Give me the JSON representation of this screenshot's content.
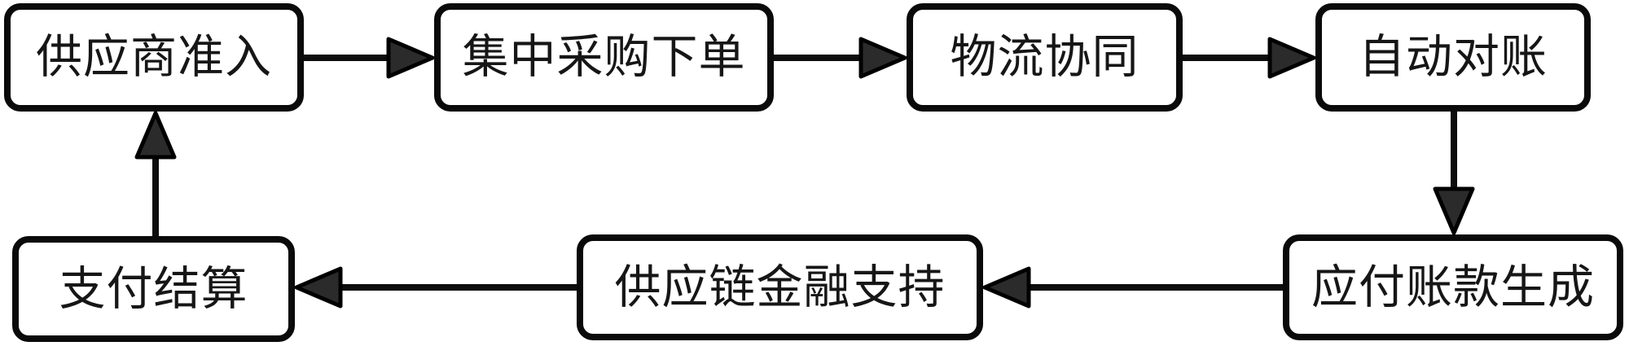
{
  "diagram": {
    "type": "flowchart",
    "nodes": [
      {
        "id": "supplier-access",
        "label": "供应商准入"
      },
      {
        "id": "centralized-purchase-order",
        "label": "集中采购下单"
      },
      {
        "id": "logistics-collaboration",
        "label": "物流协同"
      },
      {
        "id": "auto-reconciliation",
        "label": "自动对账"
      },
      {
        "id": "accounts-payable-generation",
        "label": "应付账款生成"
      },
      {
        "id": "supply-chain-finance-support",
        "label": "供应链金融支持"
      },
      {
        "id": "payment-settlement",
        "label": "支付结算"
      }
    ],
    "edges": [
      {
        "from": "supplier-access",
        "to": "centralized-purchase-order",
        "direction": "right"
      },
      {
        "from": "centralized-purchase-order",
        "to": "logistics-collaboration",
        "direction": "right"
      },
      {
        "from": "logistics-collaboration",
        "to": "auto-reconciliation",
        "direction": "right"
      },
      {
        "from": "auto-reconciliation",
        "to": "accounts-payable-generation",
        "direction": "down"
      },
      {
        "from": "accounts-payable-generation",
        "to": "supply-chain-finance-support",
        "direction": "left"
      },
      {
        "from": "supply-chain-finance-support",
        "to": "payment-settlement",
        "direction": "left"
      },
      {
        "from": "payment-settlement",
        "to": "supplier-access",
        "direction": "up"
      }
    ],
    "colors": {
      "node_fill": "#ffffff",
      "node_border": "#0a0a0a",
      "arrow_line": "#0d0d0d",
      "arrowhead_fill": "#2b2b2b",
      "text": "#161616",
      "background": "#ffffff"
    }
  }
}
